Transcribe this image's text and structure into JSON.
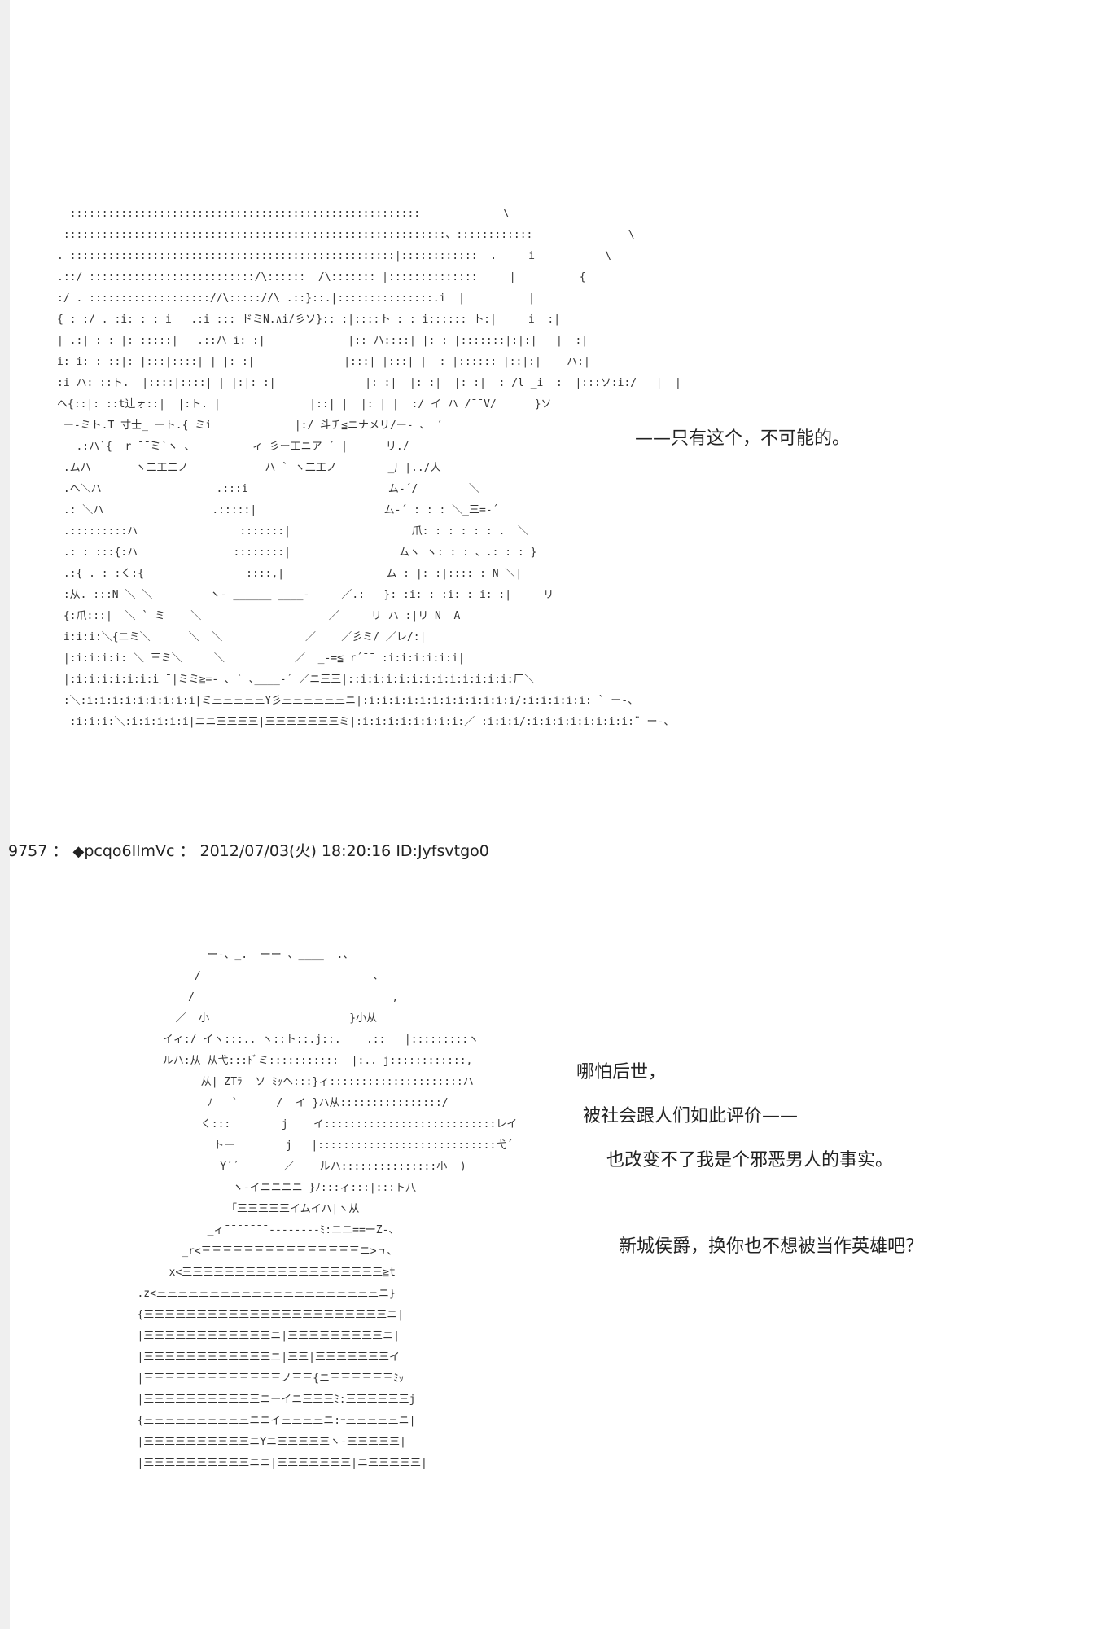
{
  "top_art": {
    "lines": [
      "  :::::::::::::::::::::::::::::::::::::::::::::::::::::::             \\",
      " ::::::::::::::::::::::::::::::::::::::::::::::::::::::::::::、::::::::::::               \\",
      ". :::::::::::::::::::::::::::::::::::::::::::::::::::|::::::::::::  .     i           \\",
      ".::/ ::::::::::::::::::::::::::/\\::::::  /\\::::::: |::::::::::::::     |          {",
      ":/ . ::::::::::::::::::://\\::::://\\ .::}::.|:::::::::::::::.i  |          |",
      "{ : :/ . :i: : : i   .:i ::: ドミN.∧i/彡ソ}:: :|::::卜 : : i:::::: 卜:|     i  :|",
      "| .:| : : |: :::::|   .::ハ i: :|             |:: ハ::::| |: : |:::::::|:|:|   |  :|",
      "i: i: : ::|: |:::|::::| | |: :|              |:::| |:::| |  : |:::::: |::|:|    ハ:|",
      ":i ハ: ::ト.  |::::|::::| | |:|: :|              |: :|  |: :|  |: :|  : /l _i  :  |:::ソ:i:/   |  |",
      "ヘ{::|: ::t辻ォ::|  |:ト. |              |::| |  |: | |  :/ イ ハ /¯¯V/      }ソ",
      " ー-ミト.T 寸士_ ート.{ ミi             |:/ 斗チ≦ニナメリ/ー- 、 ′",
      "   .:ハ`{  r ̄ ̄ ̄ミ`ヽ 、         ィ 彡ー工ニア ´ |      リ./",
      " .ムハ       ヽ二工二ノ            ハ ` ヽ二工ノ        _厂|../人",
      " .ヘ＼ハ                  .:::i                      ム-´/        ＼",
      " .: ＼ハ                 .:::::|                    ム-´ : : : ＼_三=-´",
      " .:::::::::ハ                :::::::|                   爪: : : : : : .  ＼",
      " .: : :::{:ハ               ::::::::|                 ムヽ ヽ: : : 、.: : : }",
      " .:{ . : :く:{                ::::,|                ム : |: :|:::: : N ＼|",
      " :从. :::N ＼ ＼         ヽ- ______ ____-     ／.:   }: :i: : :i: : i: :|     リ",
      " {:爪:::|  ＼ ` ミ    ＼                    ／     リ ハ :|リ N  A",
      " i:i:i:＼{ニミ＼      ＼  ＼             ／    ／彡ミ/ ／レ/:|",
      " |:i:i:i:i: ＼ 三ミ＼     ＼           ／  _-=≦ r´¯¯ :i:i:i:i:i:i|",
      " |:i:i:i:i:i:i:i ¯|ミミ≧=- ､ ` ､____-´ ／ニ三三|::i:i:i:i:i:i:i:i:i:i:i:i:厂＼",
      " :＼:i:i:i:i:i:i:i:i:i|ミ三三三三三Y彡三三三三三三ニ|:i:i:i:i:i:i:i:i:i:i:i:i/:i:i:i:i:i: ` ー-、",
      "  :i:i:i:＼:i:i:i:i:i|ニニ三三三三|三三三三三三三ミ|:i:i:i:i:i:i:i:i:／ :i:i:i/:i:i:i:i:i:i:i:i:¨ ー-、"
    ]
  },
  "top_dialog": "——只有这个，不可能的。",
  "post_header": {
    "number": "9757",
    "separator": "：",
    "tripcode": "pcqo6IlmVc",
    "datetime": "2012/07/03(火) 18:20:16",
    "id": "ID:Jyfsvtgo0"
  },
  "bottom_art": {
    "lines": [
      "              ー-、_.  ーー 、____  .、",
      "            /                           、",
      "           /                               ,",
      "         ／  小                      }小从",
      "       イィ:/ イヽ:::.. ヽ::ト::.j::.    .::   |:::::::::ヽ",
      "       ルハ:从 从弋:::ﾄﾞミ:::::::::::  |:.. j::::::::::::,",
      "             从| ZTﾗ  ソ ﾐｯヘ:::}ィ:::::::::::::::::::::ハ",
      "              ﾉ   `      /  イ }ハ从::::::::::::::::/",
      "             く:::        j    イ:::::::::::::::::::::::::::レイ",
      "               トー        j   |::::::::::::::::::::::::::::弋´",
      "                Y´´       ／    ルハ:::::::::::::::小  )",
      "                  ヽ-イニニニニ }ﾉ:::ィ:::|:::ト八",
      "                 「三三三三三イムイハ|ヽ从",
      "              _ィ¯¯¯¯¯¯¯-------‐ﾐ:ニニ==ーZ-、",
      "          _r<三三三三三三三三三三三三三三三ニ>ュ、",
      "        x<三三三三三三三三三三三三三三三三三三三≧t",
      "   .z<三三三三三三三三三三三三三三三三三三三三三ニ}",
      "   {三三三三三三三三三三三三三三三三三三三三三三三ニ|",
      "   |三三三三三三三三三三三三ニ|三三三三三三三三三ニ|",
      "   |三三三三三三三三三三三三ニ|三三|三三三三三三三イ",
      "   |三三三三三三三三三三三三三ノ三三{ニ三三三三三三ﾐｯ",
      "   |三三三三三三三三三三三ニーイニ三三三ﾐ:三三三三三三j",
      "   {三三三三三三三三三三ニニイ三三三三ニ:ｰ三三三三三ニ|",
      "   |三三三三三三三三三三ニYニ三三三三三ヽ-三三三三三|",
      "   |三三三三三三三三三三ニニ|三三三三三三三|ニ三三三三三|"
    ]
  },
  "bottom_dialog": [
    "哪怕后世，",
    "被社会跟人们如此评价——",
    "也改变不了我是个邪恶男人的事实。",
    "新城侯爵，换你也不想被当作英雄吧？"
  ]
}
